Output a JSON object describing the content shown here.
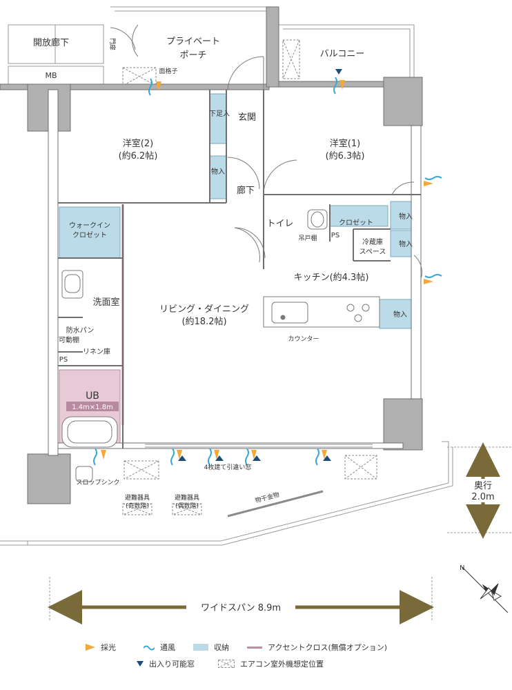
{
  "rooms": {
    "open_corridor": "開放廊下",
    "mb": "MB",
    "gate": "門扉",
    "grille": "面格子",
    "private_porch_1": "プライベート",
    "private_porch_2": "ポーチ",
    "balcony": "バルコニー",
    "western2_name": "洋室(2)",
    "western2_size": "(約6.2帖)",
    "western1_name": "洋室(1)",
    "western1_size": "(約6.3帖)",
    "entrance": "玄関",
    "shoe_storage": "下足入",
    "storage": "物入",
    "hallway": "廊下",
    "toilet": "トイレ",
    "hanging_shelf": "吊戸棚",
    "ps": "PS",
    "closet": "クロゼット",
    "walkin_closet_1": "ウォークイン",
    "walkin_closet_2": "クロゼット",
    "fridge_space_1": "冷蔵庫",
    "fridge_space_2": "スペース",
    "kitchen": "キッチン(約4.3帖)",
    "washroom": "洗面室",
    "waterproof_pan": "防水パン",
    "movable_shelf": "可動棚",
    "linen": "リネン庫",
    "living_dining": "リビング・ダイニング",
    "living_dining_size": "(約18.2帖)",
    "ub": "UB",
    "ub_size": "1.4m×1.8m",
    "counter": "カウンター",
    "sliding_window": "4枚建て引違い窓",
    "slop_sink": "スロップシンク",
    "evac_odd_1": "避難器具",
    "evac_odd_2": "(奇数階)",
    "evac_even_1": "避難器具",
    "evac_even_2": "(偶数階)",
    "laundry_rail": "物干金物"
  },
  "dimensions": {
    "depth_label": "奥行",
    "depth_value": "2.0m",
    "wide_span": "ワイドスパン 8.9m"
  },
  "legend": {
    "lighting": "採光",
    "ventilation": "通風",
    "storage": "収納",
    "accent_cloth": "アクセントクロス(無償オプション)",
    "access_window": "出入り可能窓",
    "ac_unit": "エアコン室外機想定位置"
  },
  "colors": {
    "storage_fill": "#bcdbe8",
    "accent_cloth_fill": "#e7cad6",
    "accent_line": "#c28aa6",
    "wall": "#b0b0b0",
    "wall_dark": "#6e6e6e",
    "sunlight": "#f2a83a",
    "wind": "#3ba6d6",
    "marker": "#1b4d7a",
    "dimension": "#7a6a3a"
  }
}
